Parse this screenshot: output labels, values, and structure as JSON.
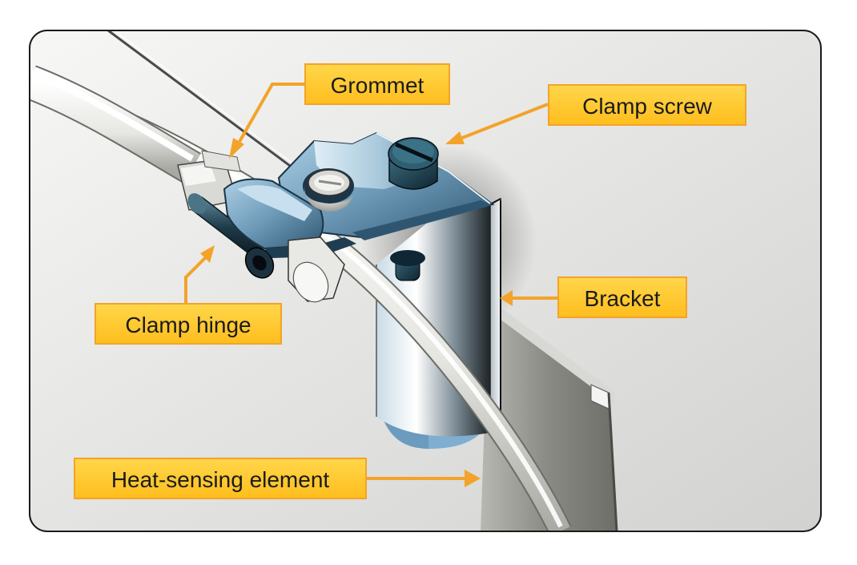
{
  "figure": {
    "labels": {
      "grommet": "Grommet",
      "clamp_screw": "Clamp screw",
      "bracket": "Bracket",
      "clamp_hinge": "Clamp hinge",
      "heat_sensing_element": "Heat-sensing element"
    }
  },
  "colors": {
    "frame_border": "#1a1a1a",
    "callout_fill": "#ffc929",
    "callout_border": "#f3a32a",
    "leader_line": "#f3a32a",
    "clamp_metal": "#8fb8d4",
    "panel_gray": "#8c8c86"
  }
}
